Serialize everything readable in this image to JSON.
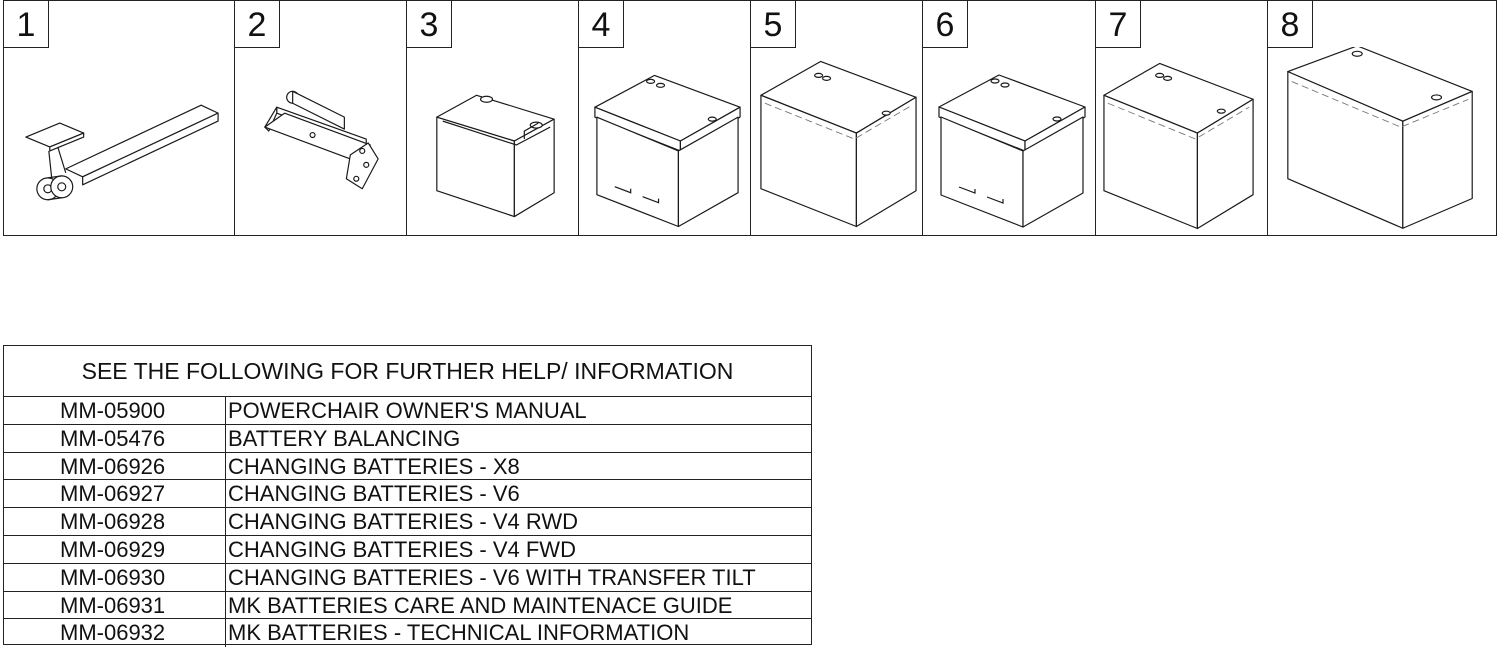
{
  "parts": [
    {
      "number": "1",
      "icon": "caster-arm-icon"
    },
    {
      "number": "2",
      "icon": "battery-bracket-icon"
    },
    {
      "number": "3",
      "icon": "small-battery-icon"
    },
    {
      "number": "4",
      "icon": "battery-handles-icon"
    },
    {
      "number": "5",
      "icon": "large-battery-icon"
    },
    {
      "number": "6",
      "icon": "battery-handles-icon"
    },
    {
      "number": "7",
      "icon": "battery-icon"
    },
    {
      "number": "8",
      "icon": "large-battery-icon"
    }
  ],
  "info": {
    "title": "SEE THE FOLLOWING FOR FURTHER HELP/ INFORMATION",
    "rows": [
      {
        "code": "MM-05900",
        "desc": "POWERCHAIR OWNER'S MANUAL"
      },
      {
        "code": "MM-05476",
        "desc": "BATTERY BALANCING"
      },
      {
        "code": "MM-06926",
        "desc": "CHANGING BATTERIES - X8"
      },
      {
        "code": "MM-06927",
        "desc": "CHANGING BATTERIES - V6"
      },
      {
        "code": "MM-06928",
        "desc": "CHANGING BATTERIES - V4 RWD"
      },
      {
        "code": "MM-06929",
        "desc": "CHANGING BATTERIES - V4 FWD"
      },
      {
        "code": "MM-06930",
        "desc": "CHANGING BATTERIES - V6 WITH TRANSFER TILT"
      },
      {
        "code": "MM-06931",
        "desc": "MK BATTERIES CARE AND MAINTENACE GUIDE"
      },
      {
        "code": "MM-06932",
        "desc": "MK BATTERIES - TECHNICAL INFORMATION"
      }
    ]
  }
}
